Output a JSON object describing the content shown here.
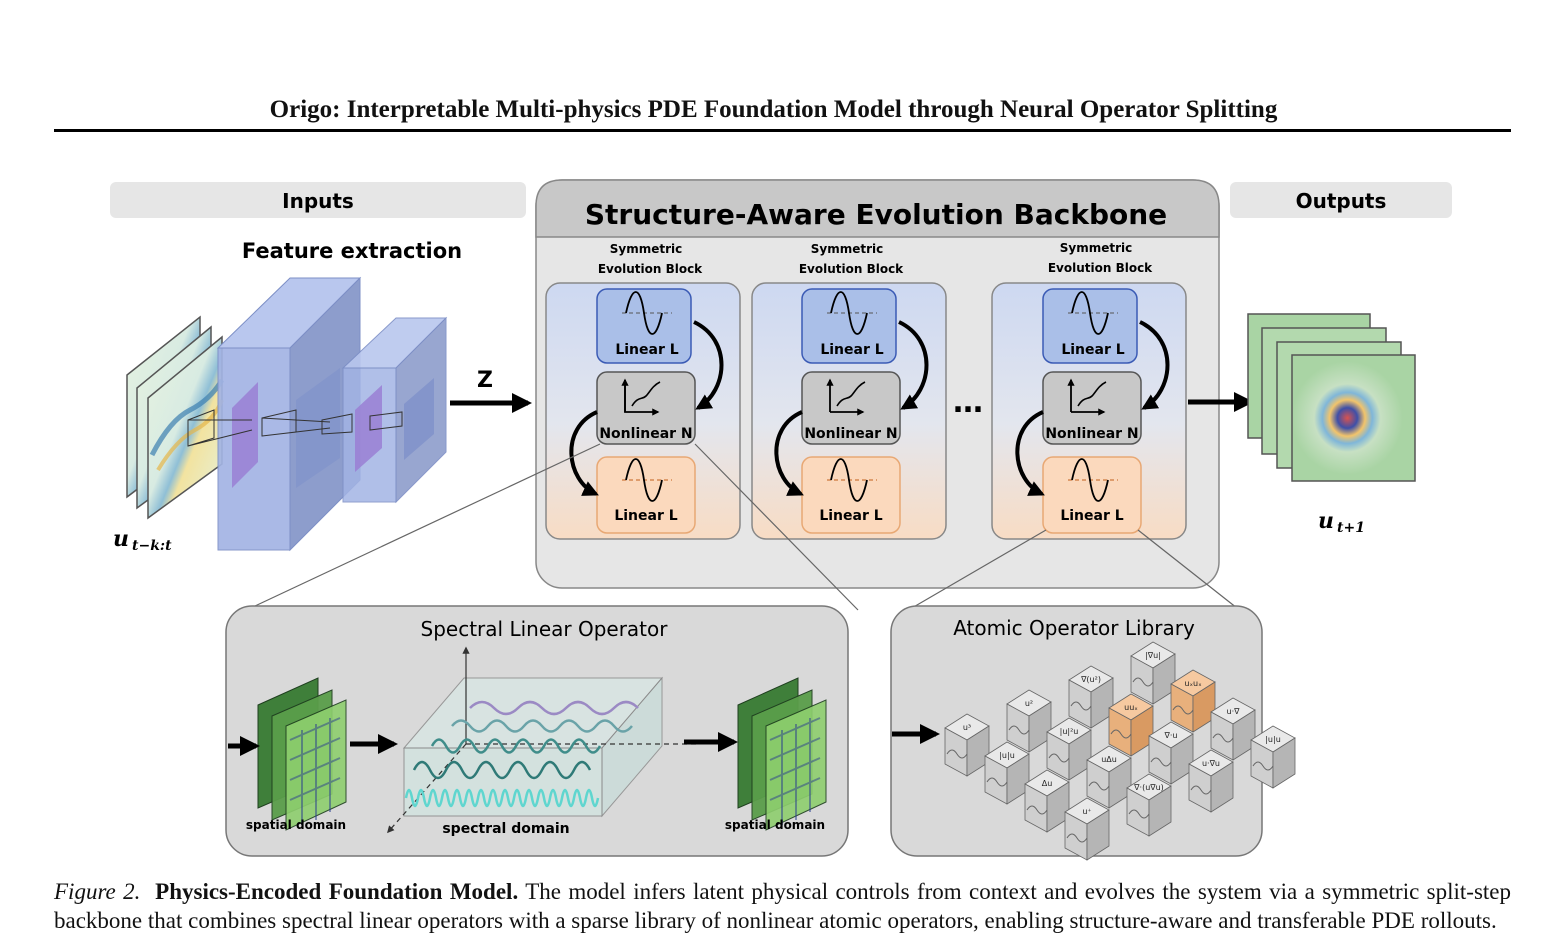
{
  "header": {
    "running_title": "Origo: Interpretable Multi-physics PDE Foundation Model through Neural Operator Splitting"
  },
  "figure": {
    "inputs_label": "Inputs",
    "outputs_label": "Outputs",
    "feature_extraction_label": "Feature extraction",
    "input_symbol": "u",
    "input_subscript": "t−k:t",
    "latent_label": "Z",
    "output_symbol": "u",
    "output_subscript": "t+1",
    "backbone_title": "Structure-Aware Evolution Backbone",
    "block_title_line1": "Symmetric",
    "block_title_line2": "Evolution Block",
    "linear_label": "Linear L",
    "nonlinear_label": "Nonlinear N",
    "ellipsis": "…",
    "spectral_panel_title": "Spectral Linear Operator",
    "spatial_domain_label": "spatial domain",
    "spectral_domain_label": "spectral  domain",
    "atomic_panel_title": "Atomic Operator Library",
    "atomic_terms": [
      "u³",
      "u²",
      "∇(u²)",
      "|∇u|",
      "|u|u",
      "|u|²u",
      "uuₓ",
      "uₓuₓ",
      "Δu",
      "uΔu",
      "∇·u",
      "u·∇",
      "u⁺",
      "∇·(u∇u)",
      "u·∇u",
      "|u|u"
    ],
    "colors": {
      "linear_top_fill": "#aabfe8",
      "linear_bottom_fill": "#fbd9bd",
      "nonlinear_fill": "#c8c8c8",
      "backbone_fill": "#e6e6e6",
      "header_pill": "#e6e6e6",
      "highlight_cube": "#f6c9a0"
    }
  },
  "caption": {
    "label": "Figure 2.",
    "title": "Physics-Encoded Foundation Model.",
    "body": "The model infers latent physical controls from context and evolves the system via a symmetric split-step backbone that combines spectral linear operators with a sparse library of nonlinear atomic operators, enabling structure-aware and transferable PDE rollouts."
  }
}
